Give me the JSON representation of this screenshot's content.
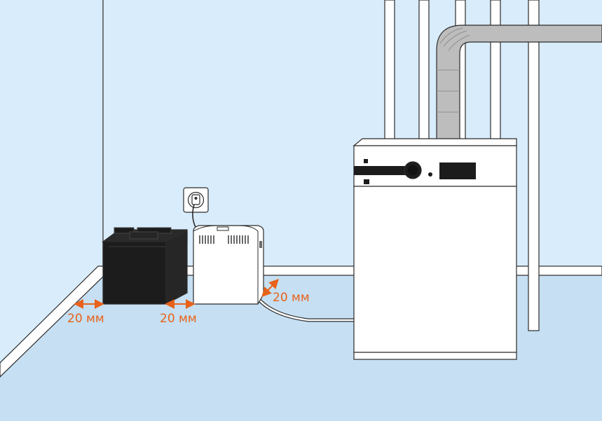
{
  "scene": {
    "colors": {
      "wall": "#d9ecfb",
      "floor": "#c6dff2",
      "outline": "#2b2b2b",
      "battery": "#1c1c1c",
      "device": "#ffffff",
      "pipe": "#bdbdbd",
      "dimension": "#e8621b"
    },
    "objects": [
      "battery",
      "power-socket",
      "voltage-stabilizer",
      "gas-boiler",
      "exhaust-duct",
      "water-pipes"
    ]
  },
  "dimensions": {
    "wall_gap_label": "20 мм",
    "battery_gap_label": "20 мм",
    "stabilizer_gap_label": "20 мм"
  }
}
